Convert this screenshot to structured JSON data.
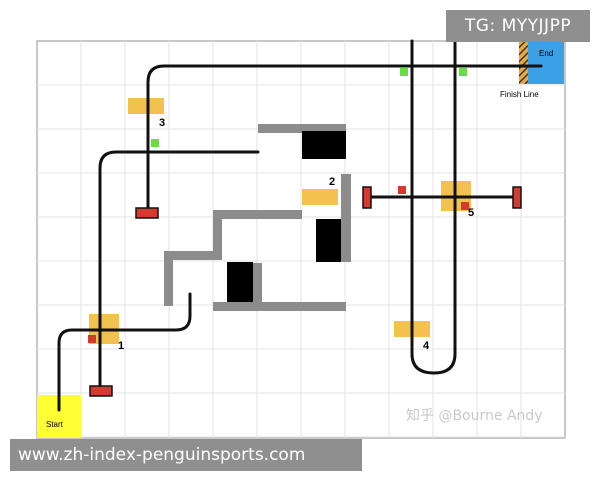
{
  "overlay": {
    "tg_badge": "TG: MYYJJPP",
    "site_url": "www.zh-index-penguinsports.com"
  },
  "board": {
    "start_label": "Start",
    "end_label": "End",
    "finish_line_label": "Finish Line",
    "watermark": "知乎 @Bourne Andy",
    "checkpoints": [
      "1",
      "2",
      "3",
      "4",
      "5"
    ]
  },
  "colors": {
    "track": "#111111",
    "wall": "#8c8c8c",
    "block": "#000000",
    "checkpoint": "#f2c14e",
    "start_zone": "#ffff33",
    "end_zone": "#3ba0e6",
    "marker_green": "#66dd44",
    "marker_red": "#d43a2f",
    "grid": "#e3e3e3"
  }
}
